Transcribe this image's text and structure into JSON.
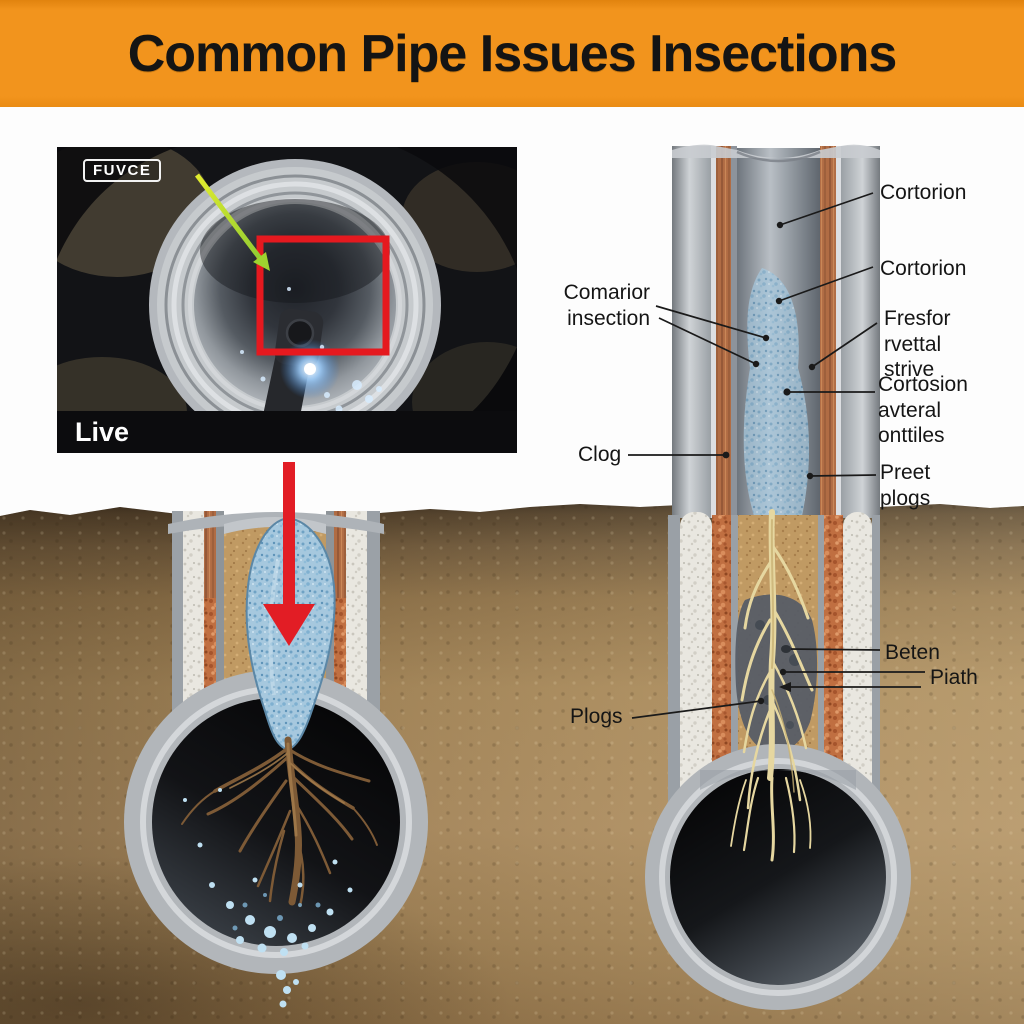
{
  "header": {
    "title": "Common Pipe Issues Insections",
    "background_color": "#f2941d",
    "text_color": "#141414"
  },
  "camera_feed": {
    "badge": "FUVCE",
    "status_label": "Live",
    "highlight_box_color": "#e5191f",
    "pointer_arrow_color": "#a8d22f"
  },
  "annotations": {
    "right_pipe": {
      "left_labels": [
        {
          "text": "Comarior\ninsection"
        },
        {
          "text": "Clog"
        },
        {
          "text": "Plogs"
        }
      ],
      "right_labels": [
        {
          "text": "Cortorion"
        },
        {
          "text": "Cortorion"
        },
        {
          "text": "Fresfor\nrvettal\nstrive"
        },
        {
          "text": "Cortosion\navteral\nonttiles"
        },
        {
          "text": "Preet\nplogs"
        },
        {
          "text": "Beten"
        },
        {
          "text": "Piath"
        }
      ]
    },
    "left_pipe": {
      "flow_arrow_color": "#e21d25"
    }
  }
}
